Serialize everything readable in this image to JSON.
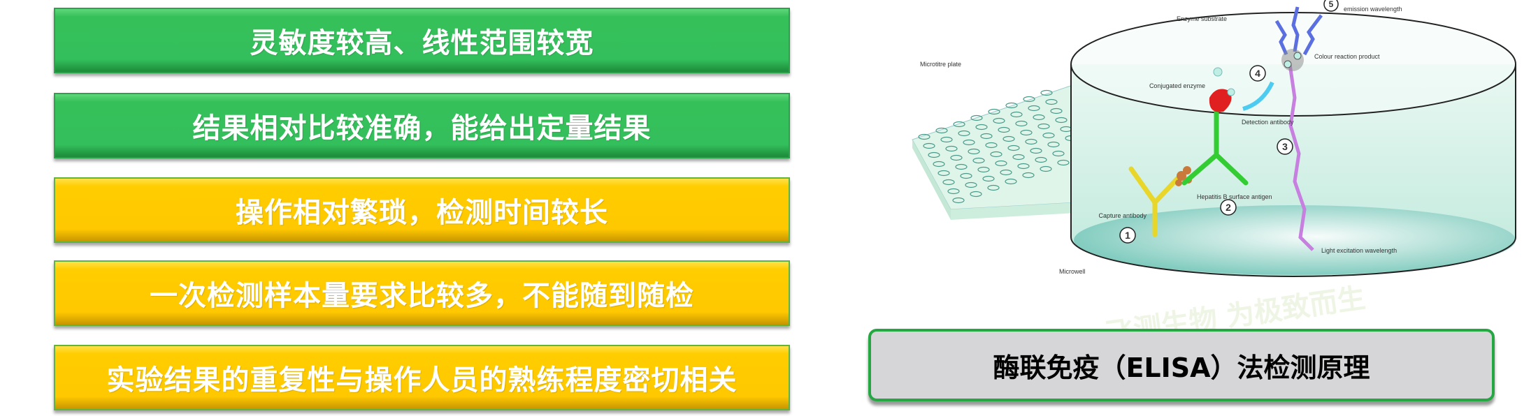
{
  "watermark": {
    "text": "飞测生物 为极致而生"
  },
  "features": [
    {
      "text": "灵敏度较高、线性范围较宽",
      "type": "advantage",
      "color": "#33bf5c"
    },
    {
      "text": "结果相对比较准确，能给出定量结果",
      "type": "advantage",
      "color": "#33bf5c"
    },
    {
      "text": "操作相对繁琐，检测时间较长",
      "type": "disadvantage",
      "color": "#ffc800"
    },
    {
      "text": "一次检测样本量要求比较多，不能随到随检",
      "type": "disadvantage",
      "color": "#ffc800"
    },
    {
      "text": "实验结果的重复性与操作人员的熟练程度密切相关",
      "type": "disadvantage",
      "color": "#ffc800"
    }
  ],
  "diagram": {
    "labels": {
      "microtitre_plate": "Microtitre plate",
      "enzyme_substrate": "Enzyme substrate",
      "conjugated_enzyme": "Conjugated enzyme",
      "detection_antibody": "Detection antibody",
      "antigen": "Hepatitis B surface antigen",
      "capture_antibody": "Capture antibody",
      "colour_product": "Colour reaction product",
      "excitation": "Light excitation wavelength",
      "emission": "emission wavelength",
      "microwell": "Microwell"
    },
    "steps": [
      "1",
      "2",
      "3",
      "4",
      "5"
    ]
  },
  "caption": {
    "text": "酶联免疫（ELISA）法检测原理"
  }
}
